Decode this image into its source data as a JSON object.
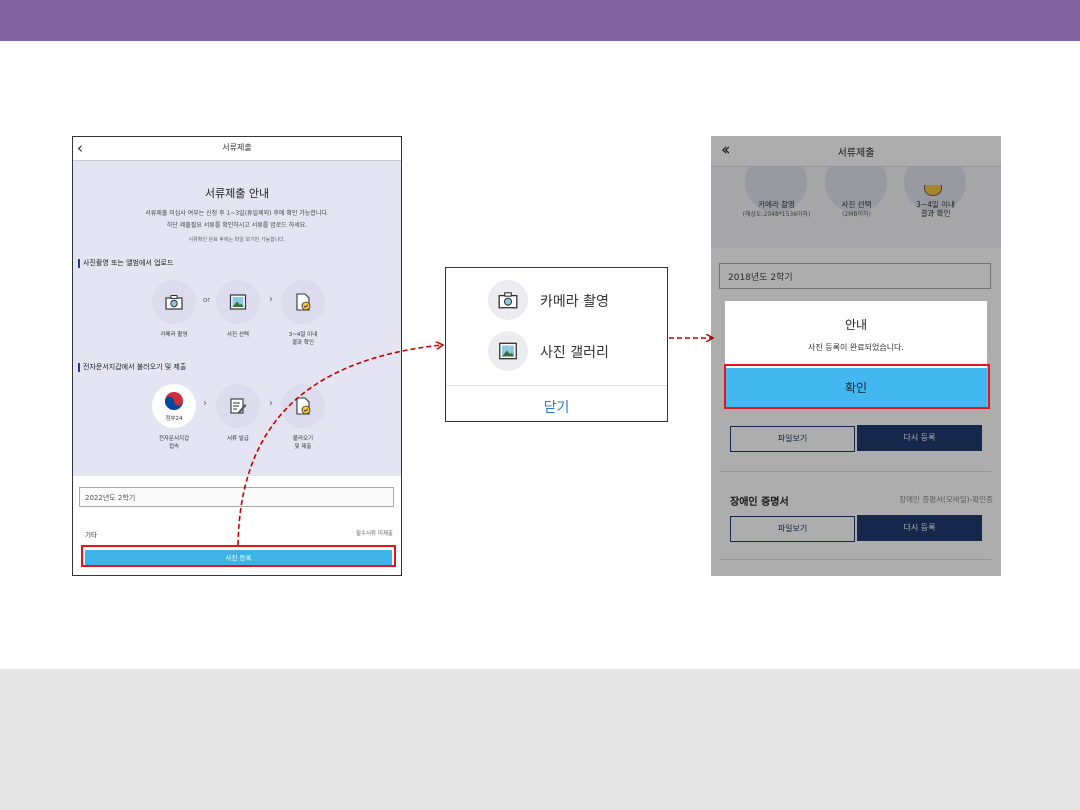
{
  "colors": {
    "header_bar": "#8064a2",
    "highlight": "#e8141c",
    "arrow": "#c00000",
    "accent_button": "#3db3e8",
    "navy": "#1f3b6f"
  },
  "phone1": {
    "back_icon": "chevron-left-icon",
    "title": "서류제출",
    "guide_title": "서류제출 안내",
    "desc_line1": "서류제출 미심사 여부는 신청 후 1~3일(휴일제외) 후에 확인 가능합니다.",
    "desc_line2": "하단 제출필요 서류를 확인하시고 서류를 업로드 하세요.",
    "note": "서류확인 완료 후에는 파일 보기만 가능합니다.",
    "section1": "사진촬영 또는 앨범에서 업로드",
    "or": "or",
    "arrow": "›",
    "step_camera": "카메라 촬영",
    "step_select": "사진 선택",
    "step_result_1": "3~4일 이내",
    "step_result_2": "결과 확인",
    "section2": "전자문서지갑에서 불러오기 및 제출",
    "gov24_label": "정부24",
    "step_wallet_1": "전자문서지갑",
    "step_wallet_2": "접속",
    "step_issue": "서류 발급",
    "step_load_1": "불러오기",
    "step_load_2": "및 제출",
    "semester": "2022년도 2학기",
    "etc": "기타",
    "required": "필수서류 미제출",
    "register_button": "사진 등록"
  },
  "popup": {
    "camera": "카메라 촬영",
    "gallery": "사진 갤러리",
    "close": "닫기"
  },
  "phone3": {
    "back_icon": "double-chevron-left-icon",
    "title": "서류제출",
    "cap_camera": "카메라 촬영",
    "cap_camera_sub": "(해상도:2048*1536이하)",
    "cap_select": "사진 선택",
    "cap_select_sub": "(2MB이하)",
    "cap_result_1": "3~4일 이내",
    "cap_result_2": "결과 확인",
    "semester": "2018년도 2학기",
    "view_file": "파일보기",
    "reregister": "다시 등록",
    "doc_title": "장애인 증명서",
    "doc_note": "장애인 증명서(모바일)-확인증",
    "dialog_title": "안내",
    "dialog_message": "사진 등록이 완료되었습니다.",
    "dialog_ok": "확인"
  }
}
